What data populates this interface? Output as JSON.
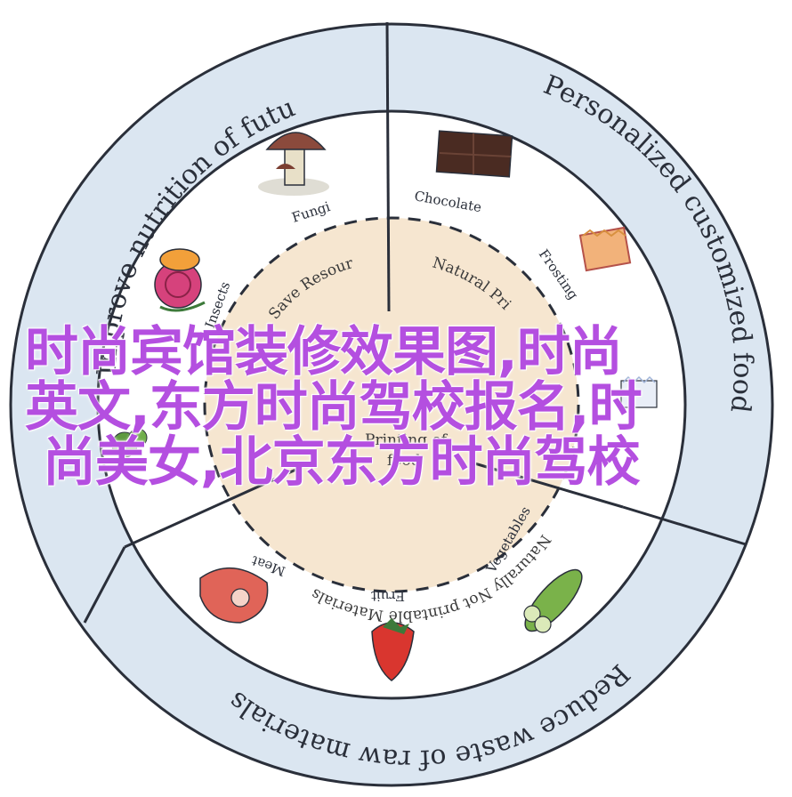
{
  "ring": {
    "outer_labels": [
      "Improve nutrition of future food",
      "Personalized customized food",
      "Reduce waste of raw materials"
    ],
    "items": [
      "Fungi",
      "Chocolate",
      "Frosting",
      "Insects",
      "Vegetables",
      "Fruit",
      "Meat"
    ],
    "inner": {
      "arc1": "Save Resources",
      "arc2": "Natural Pri",
      "arc3": "Naturally Not printable Materials",
      "center1": "Printing of",
      "center2": "food"
    }
  },
  "overlay_text": "时尚宾馆装修效果图,时尚\n英文,东方时尚驾校报名,时\n 尚美女,北京东方时尚驾校",
  "colors": {
    "outer_ring": "#dbe6f1",
    "middle": "#ffffff",
    "inner_disk": "#f6e6d0",
    "stroke": "#2a2f3a",
    "overlay": "#b44fe0"
  }
}
